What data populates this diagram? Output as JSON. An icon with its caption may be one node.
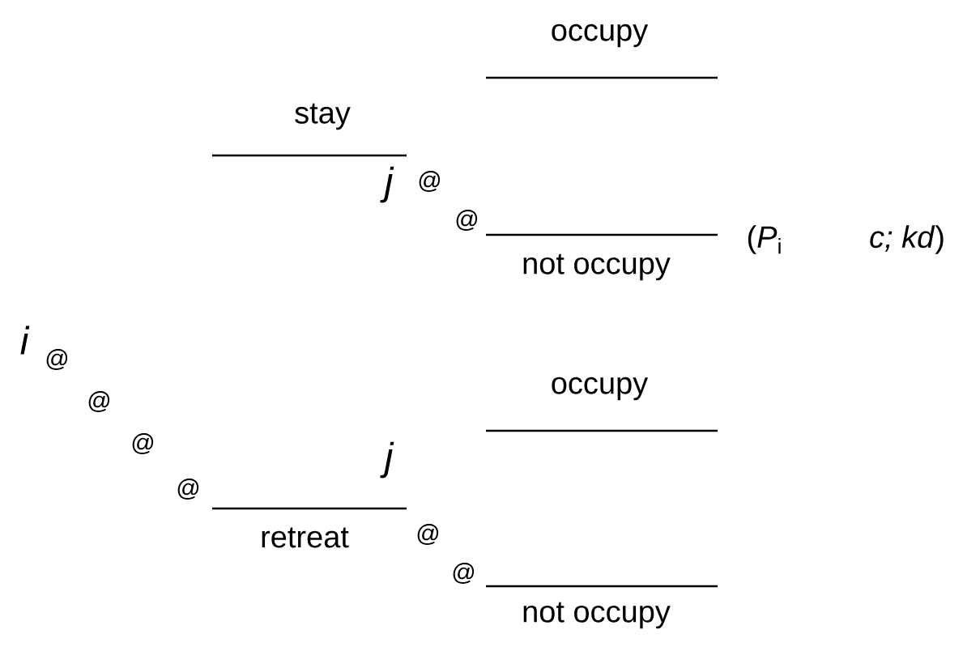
{
  "diagram": {
    "labels": [
      "occupy",
      "stay",
      "@",
      "j",
      "@",
      "not occupy",
      "(*P*$_{i}$",
      "*c; kd*)",
      "i",
      "@",
      "occupy",
      "@",
      "@",
      "j",
      "@",
      "@",
      "retreat",
      "@",
      "not occupy"
    ]
  }
}
